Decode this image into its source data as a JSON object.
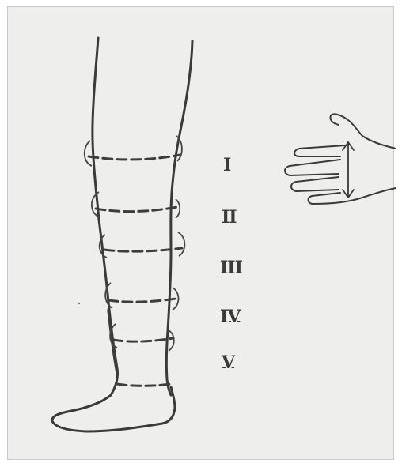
{
  "figure": {
    "labels": [
      {
        "id": "I",
        "text": "I"
      },
      {
        "id": "II",
        "text": "II"
      },
      {
        "id": "III",
        "text": "III"
      },
      {
        "id": "IV",
        "text": "IV"
      },
      {
        "id": "V",
        "text": "V"
      }
    ],
    "colors": {
      "paper": "#eeeeec",
      "ink": "#3a3a3a",
      "frame": "#c9c9c6"
    },
    "icons": [
      "leg-sketch",
      "hand-sketch",
      "double-arrow"
    ]
  }
}
